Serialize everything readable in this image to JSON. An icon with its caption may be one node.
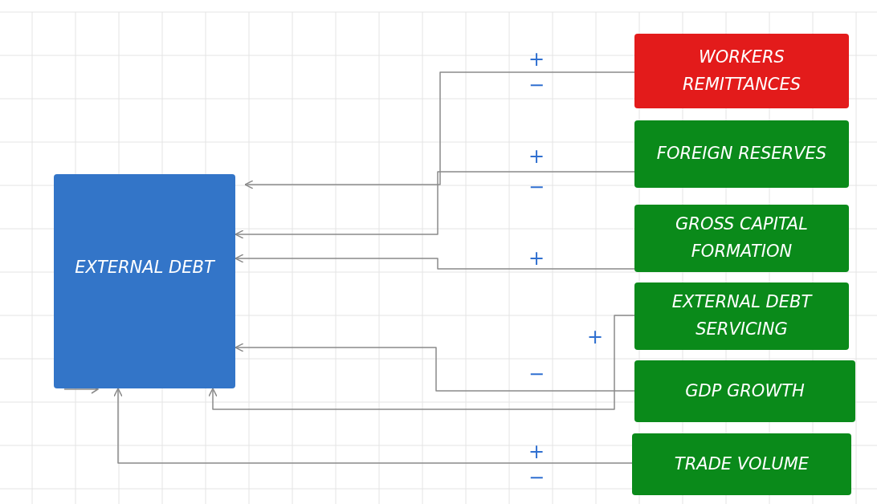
{
  "diagram": {
    "nodes": [
      {
        "text": [
          "EXTERNAL DEBT"
        ]
      },
      {
        "text": [
          "WORKERS REMITTANCES"
        ]
      },
      {
        "text": [
          "FOREIGN RESERVES"
        ]
      },
      {
        "text": [
          "GROSS CAPITAL FORMATION"
        ]
      },
      {
        "text": [
          "EXTERNAL DEBT SERVICING"
        ]
      },
      {
        "text": [
          "GDP GROWTH"
        ]
      },
      {
        "text": [
          "TRADE VOLUME"
        ]
      }
    ],
    "edges": [
      {
        "from": 1,
        "to": 0,
        "arrow": "to"
      },
      {
        "from": 2,
        "to": 0,
        "arrow": "to"
      },
      {
        "from": 3,
        "to": 0,
        "arrow": "to"
      },
      {
        "from": 4,
        "to": 0,
        "arrow": "to"
      },
      {
        "from": 5,
        "to": 0,
        "arrow": "to"
      },
      {
        "from": 6,
        "to": 0,
        "arrow": "to"
      }
    ],
    "labels": [
      "+",
      "−",
      "+",
      "−",
      "+",
      "+",
      "−",
      "+",
      "−"
    ]
  }
}
